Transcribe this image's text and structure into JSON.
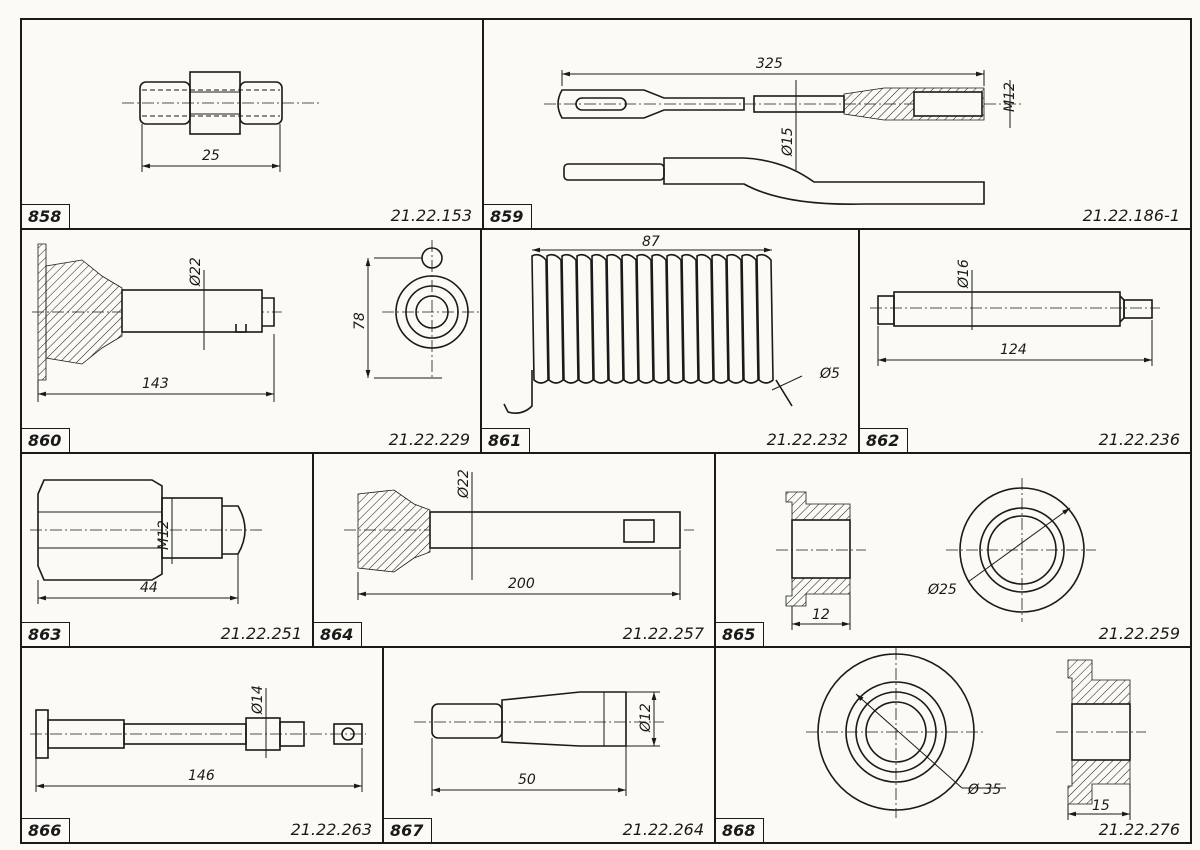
{
  "parts": [
    {
      "number": "858",
      "code": "21.22.153",
      "dims": [
        "25"
      ]
    },
    {
      "number": "859",
      "code": "21.22.186-1",
      "dims": [
        "325",
        "M12",
        "Ø15"
      ]
    },
    {
      "number": "860",
      "code": "21.22.229",
      "dims": [
        "Ø22",
        "143",
        "78"
      ]
    },
    {
      "number": "861",
      "code": "21.22.232",
      "dims": [
        "87",
        "Ø5"
      ]
    },
    {
      "number": "862",
      "code": "21.22.236",
      "dims": [
        "Ø16",
        "124"
      ]
    },
    {
      "number": "863",
      "code": "21.22.251",
      "dims": [
        "M12",
        "44"
      ]
    },
    {
      "number": "864",
      "code": "21.22.257",
      "dims": [
        "Ø22",
        "200"
      ]
    },
    {
      "number": "865",
      "code": "21.22.259",
      "dims": [
        "12",
        "Ø25"
      ]
    },
    {
      "number": "866",
      "code": "21.22.263",
      "dims": [
        "Ø14",
        "146"
      ]
    },
    {
      "number": "867",
      "code": "21.22.264",
      "dims": [
        "Ø12",
        "50"
      ]
    },
    {
      "number": "868",
      "code": "21.22.276",
      "dims": [
        "Ø 35",
        "15"
      ]
    }
  ]
}
